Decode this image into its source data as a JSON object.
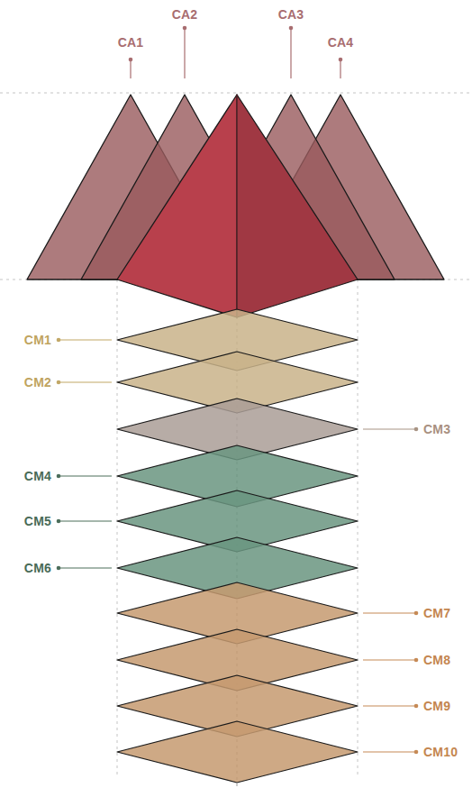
{
  "diagram": {
    "labels": [
      "CA1",
      "CA2",
      "CA3",
      "CA4",
      "CM1",
      "CM2",
      "CM3",
      "CM4",
      "CM5",
      "CM6",
      "CM7",
      "CM8",
      "CM9",
      "CM10"
    ]
  }
}
